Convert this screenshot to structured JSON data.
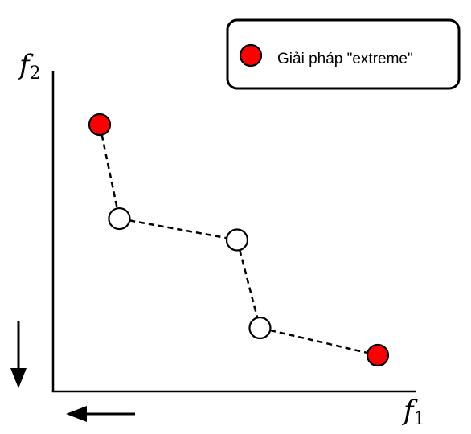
{
  "legend": {
    "marker_color": "#ff0000",
    "label": "Giải pháp \"extreme\""
  },
  "axes": {
    "x_symbol": "f",
    "x_subscript": "1",
    "y_symbol": "f",
    "y_subscript": "2"
  },
  "pareto_front": {
    "points": [
      {
        "f1": 0.15,
        "f2": 0.86,
        "extreme": true
      },
      {
        "f1": 0.21,
        "f2": 0.55,
        "extreme": false
      },
      {
        "f1": 0.57,
        "f2": 0.48,
        "extreme": false
      },
      {
        "f1": 0.64,
        "f2": 0.19,
        "extreme": false
      },
      {
        "f1": 1.0,
        "f2": 0.1,
        "extreme": true
      }
    ],
    "extreme_color": "#ff0000",
    "normal_color": "#ffffff"
  },
  "minimize_arrows": [
    "down-arrow-icon",
    "left-arrow-icon"
  ]
}
